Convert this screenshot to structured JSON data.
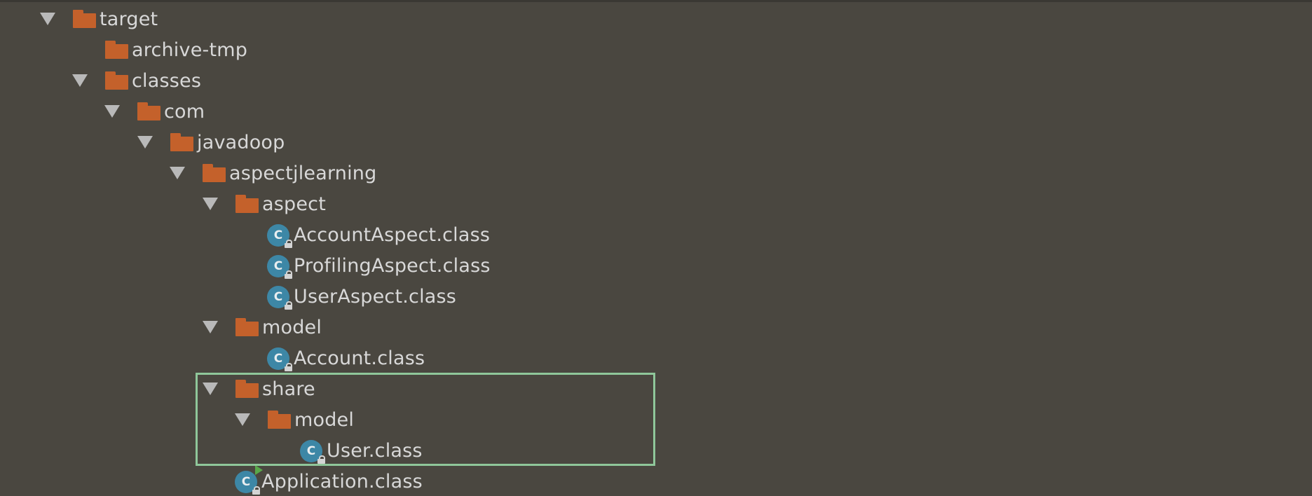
{
  "tree": {
    "items": [
      {
        "label": "target"
      },
      {
        "label": "archive-tmp"
      },
      {
        "label": "classes"
      },
      {
        "label": "com"
      },
      {
        "label": "javadoop"
      },
      {
        "label": "aspectjlearning"
      },
      {
        "label": "aspect"
      },
      {
        "label": "AccountAspect.class"
      },
      {
        "label": "ProfilingAspect.class"
      },
      {
        "label": "UserAspect.class"
      },
      {
        "label": "model"
      },
      {
        "label": "Account.class"
      },
      {
        "label": "share"
      },
      {
        "label": "model"
      },
      {
        "label": "User.class"
      },
      {
        "label": "Application.class"
      }
    ],
    "class_icon_letter": "C"
  },
  "colors": {
    "background": "#4a4740",
    "folder": "#c4612b",
    "class_icon": "#3d87a6",
    "highlight_border": "#8fc79a",
    "run_marker": "#59a84a"
  },
  "icons": {
    "expanded": "chevron-down-icon",
    "folder": "folder-icon",
    "class": "class-file-icon",
    "lock": "lock-icon",
    "run": "run-marker-icon"
  }
}
